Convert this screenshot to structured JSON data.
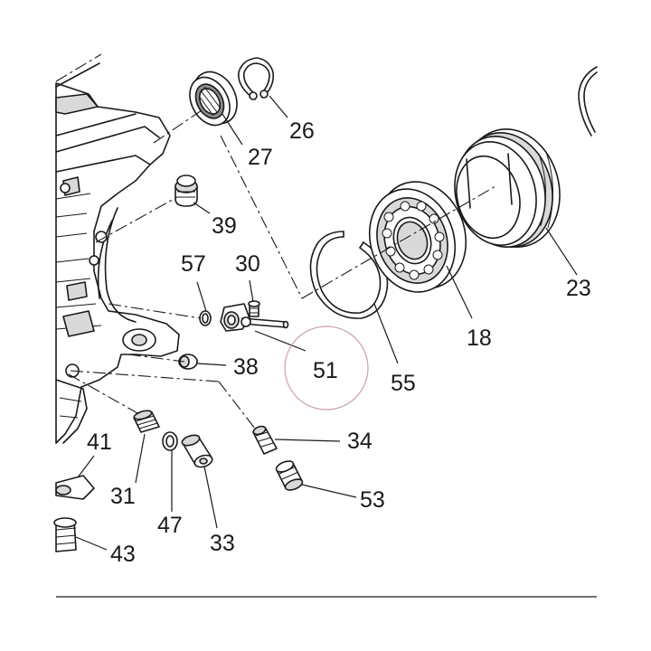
{
  "parts": {
    "p26": "26",
    "p27": "27",
    "p39": "39",
    "p57": "57",
    "p30": "30",
    "p51": "51",
    "p38": "38",
    "p55": "55",
    "p18": "18",
    "p23": "23",
    "p34": "34",
    "p53": "53",
    "p41": "41",
    "p31": "31",
    "p47": "47",
    "p33": "33",
    "p43": "43"
  },
  "colors": {
    "ink": "#1a1a1a",
    "highlight_circle": "#c9a0a8"
  }
}
